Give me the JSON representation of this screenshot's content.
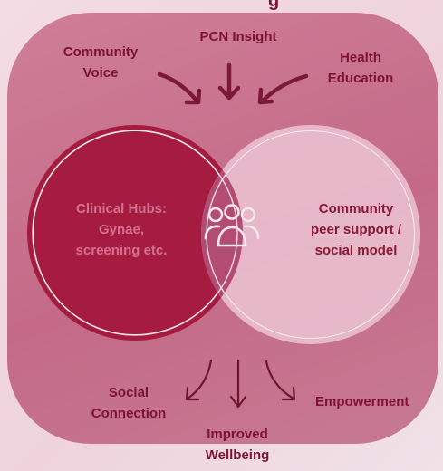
{
  "title_fragment": "g",
  "inputs": {
    "community_voice": [
      "Community",
      "Voice"
    ],
    "pcn_insight": "PCN Insight",
    "health_education": [
      "Health",
      "Education"
    ]
  },
  "left_circle": [
    "Clinical Hubs:",
    "Gynae,",
    "screening etc."
  ],
  "right_circle": [
    "Community",
    "peer support /",
    "social model"
  ],
  "center_icon": "group-people-icon",
  "outcomes": {
    "social_connection": [
      "Social",
      "Connection"
    ],
    "improved_wellbeing": [
      "Improved",
      "Wellbeing"
    ],
    "empowerment": "Empowerment"
  },
  "colors": {
    "background": "#f1dbe3",
    "panel": "#c97891",
    "left_circle": "#a51c40",
    "right_circle": "#efd0dc",
    "overlap": "#b24d71",
    "text_dark": "#7e1234",
    "arrow": "#7a1a38"
  }
}
